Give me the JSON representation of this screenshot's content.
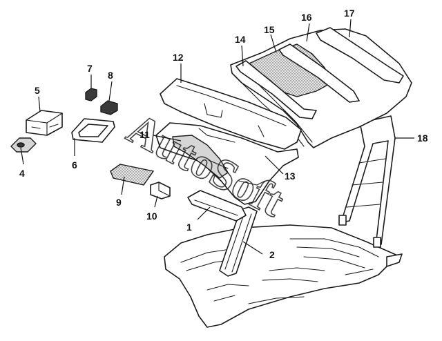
{
  "callouts": [
    {
      "id": "1",
      "label": "1"
    },
    {
      "id": "2",
      "label": "2"
    },
    {
      "id": "4",
      "label": "4"
    },
    {
      "id": "5",
      "label": "5"
    },
    {
      "id": "6",
      "label": "6"
    },
    {
      "id": "7",
      "label": "7"
    },
    {
      "id": "8",
      "label": "8"
    },
    {
      "id": "9",
      "label": "9"
    },
    {
      "id": "10",
      "label": "10"
    },
    {
      "id": "11",
      "label": "11"
    },
    {
      "id": "12",
      "label": "12"
    },
    {
      "id": "13",
      "label": "13"
    },
    {
      "id": "14",
      "label": "14"
    },
    {
      "id": "15",
      "label": "15"
    },
    {
      "id": "16",
      "label": "16"
    },
    {
      "id": "17",
      "label": "17"
    },
    {
      "id": "18",
      "label": "18"
    }
  ],
  "watermark": {
    "text": "AutoSoft"
  }
}
